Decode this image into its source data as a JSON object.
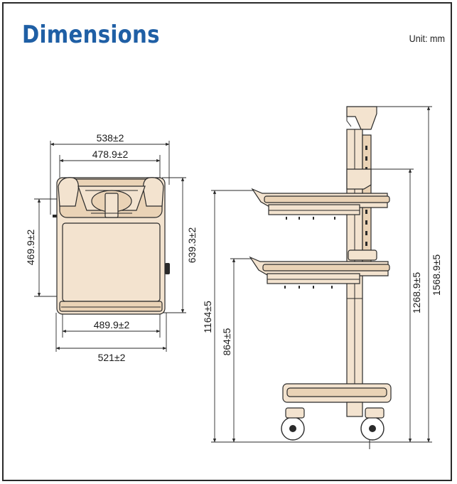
{
  "header": {
    "title": "Dimensions",
    "unit": "Unit: mm"
  },
  "top_view": {
    "width_outer": "538±2",
    "width_inner": "478.9±2",
    "depth_left": "469.9±2",
    "depth_right": "639.3±2",
    "base_inner": "489.9±2",
    "base_outer": "521±2"
  },
  "side_view": {
    "height_top_shelf": "1164±5",
    "height_lower_shelf": "864±5",
    "height_arm": "1268.9±5",
    "height_total": "1568.9±5"
  },
  "colors": {
    "title": "#1f5fa5",
    "cart_fill": "#f3e3cf",
    "outline": "#2a2a2a"
  }
}
